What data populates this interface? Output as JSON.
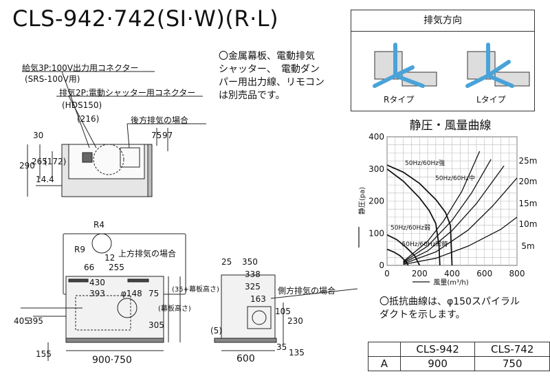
{
  "title": "CLS-942·742(SI·W)(R·L)",
  "notes": {
    "sold_separately": [
      "〇金属幕板、電動排気",
      "シャッター、　電動ダン",
      "パー用出力線、リモコン",
      "は別売品です。"
    ],
    "resistance": [
      "〇抵抗曲線は、φ150スパイラル",
      "ダクトを示します。"
    ]
  },
  "exhaust_direction": {
    "heading": "排気方向",
    "r_type": "Rタイプ",
    "l_type": "Lタイプ",
    "arrow_color": "#4aa3d8"
  },
  "top_view": {
    "connector_power": "給気3P:100V出力用コネクター",
    "connector_power_part": "(SRS-100V用)",
    "connector_shutter": "排気2P:電動シャッター用コネクター",
    "connector_shutter_part": "(HDS150)",
    "dim_216": "(216)",
    "rear_exhaust": "後方排気の場合",
    "dim_30": "30",
    "dim_75": "75",
    "dim_97": "97",
    "dim_290": "290",
    "dim_265": "265",
    "dim_172": "(172)",
    "dim_14_4": "14.4"
  },
  "front_view": {
    "r4": "R4",
    "r9": "R9",
    "dim_12": "12",
    "top_exhaust": "上方排気の場合",
    "dim_66": "66",
    "dim_255": "255",
    "dim_430": "430",
    "dim_393": "393",
    "dim_phi148": "φ148",
    "dim_75": "75",
    "dim_305": "305",
    "curtain_height": "(幕板高さ)",
    "curtain_height_plus": "(35+幕板高さ)",
    "dim_405": "405",
    "dim_395": "395",
    "dim_155": "155",
    "dim_width": "900·750"
  },
  "side_view": {
    "dim_25": "25",
    "dim_350": "350",
    "dim_338": "338",
    "dim_325": "325",
    "dim_163": "163",
    "side_exhaust": "側方排気の場合",
    "dim_105": "105",
    "dim_230": "230",
    "dim_5": "(5)",
    "dim_600": "600",
    "dim_35": "35",
    "dim_135": "135"
  },
  "table": {
    "headers": [
      "",
      "CLS-942",
      "CLS-742"
    ],
    "row": [
      "A",
      "900",
      "750"
    ]
  },
  "chart_data": {
    "type": "line",
    "title": "静圧・風量曲線",
    "xlabel": "風量(m³/h)",
    "ylabel": "静圧(pa)",
    "xlim": [
      0,
      800
    ],
    "ylim": [
      0,
      400
    ],
    "xticks": [
      0,
      200,
      400,
      600,
      800
    ],
    "yticks": [
      0,
      100,
      200,
      300,
      400
    ],
    "grid": true,
    "series": [
      {
        "name": "50Hz/60Hz強",
        "kind": "fan",
        "points": [
          [
            0,
            312
          ],
          [
            100,
            290
          ],
          [
            200,
            255
          ],
          [
            300,
            205
          ],
          [
            360,
            165
          ],
          [
            390,
            125
          ],
          [
            400,
            0
          ]
        ]
      },
      {
        "name": "50Hz/60Hz中",
        "kind": "fan",
        "points": [
          [
            0,
            300
          ],
          [
            100,
            262
          ],
          [
            200,
            210
          ],
          [
            260,
            170
          ],
          [
            300,
            130
          ],
          [
            320,
            60
          ],
          [
            325,
            0
          ]
        ]
      },
      {
        "name": "50Hz/60Hz弱",
        "kind": "fan",
        "points": [
          [
            0,
            95
          ],
          [
            60,
            80
          ],
          [
            120,
            55
          ],
          [
            170,
            30
          ],
          [
            200,
            0
          ]
        ]
      },
      {
        "name": "50Hz/60Hz常時",
        "kind": "fan",
        "points": [
          [
            0,
            50
          ],
          [
            40,
            42
          ],
          [
            80,
            30
          ],
          [
            120,
            10
          ],
          [
            130,
            0
          ]
        ]
      },
      {
        "name": "5m",
        "kind": "duct",
        "points": [
          [
            100,
            3
          ],
          [
            300,
            22
          ],
          [
            500,
            60
          ],
          [
            700,
            112
          ],
          [
            800,
            150
          ]
        ]
      },
      {
        "name": "10m",
        "kind": "duct",
        "points": [
          [
            100,
            5
          ],
          [
            300,
            42
          ],
          [
            500,
            110
          ],
          [
            650,
            185
          ],
          [
            800,
            272
          ]
        ]
      },
      {
        "name": "15m",
        "kind": "duct",
        "points": [
          [
            100,
            8
          ],
          [
            250,
            45
          ],
          [
            400,
            108
          ],
          [
            550,
            192
          ],
          [
            720,
            310
          ]
        ]
      },
      {
        "name": "20m",
        "kind": "duct",
        "points": [
          [
            100,
            10
          ],
          [
            250,
            60
          ],
          [
            400,
            140
          ],
          [
            520,
            225
          ],
          [
            640,
            330
          ]
        ]
      },
      {
        "name": "25m",
        "kind": "duct",
        "points": [
          [
            100,
            12
          ],
          [
            250,
            75
          ],
          [
            350,
            140
          ],
          [
            460,
            230
          ],
          [
            570,
            355
          ]
        ]
      }
    ]
  }
}
